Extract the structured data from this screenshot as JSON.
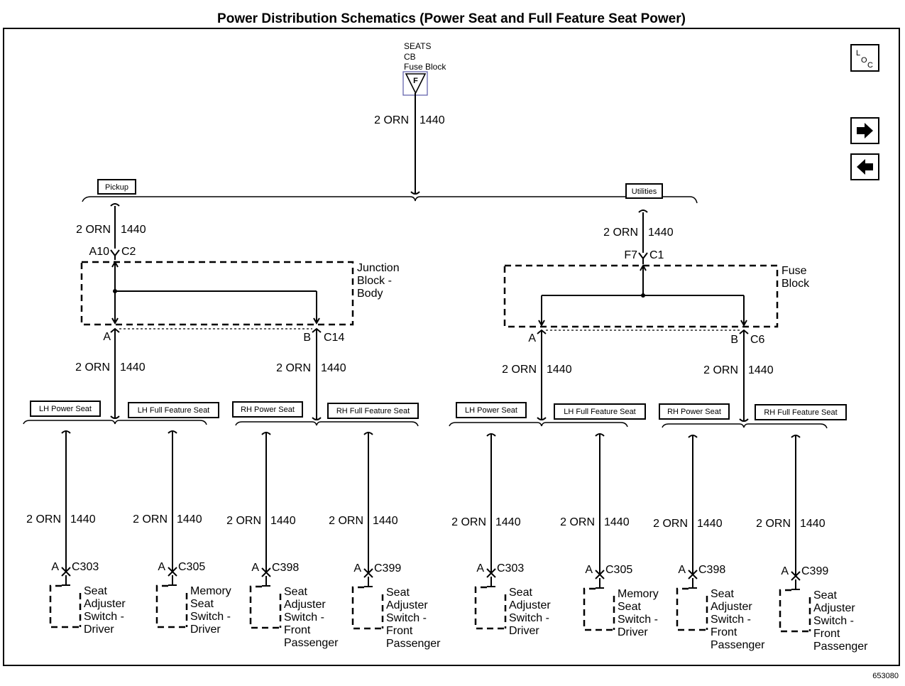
{
  "title": "Power Distribution Schematics (Power Seat and Full Feature Seat Power)",
  "fig_id": "653080",
  "nav": {
    "loc_l": "L",
    "loc_o": "O",
    "loc_c": "C"
  },
  "source": {
    "line1": "SEATS",
    "line2": "CB",
    "line3": "Fuse Block",
    "symbol": "F"
  },
  "wire": {
    "gauge": "2 ORN",
    "circuit": "1440"
  },
  "options": {
    "pickup": "Pickup",
    "utilities": "Utilities",
    "lh_power_seat": "LH Power Seat",
    "lh_full_feature_seat": "LH Full Feature Seat",
    "rh_power_seat": "RH Power Seat",
    "rh_full_feature_seat": "RH Full Feature Seat"
  },
  "left_branch": {
    "in_pin": "A10",
    "in_conn": "C2",
    "block_line1": "Junction",
    "block_line2": "Block -",
    "block_line3": "Body",
    "out_pin_a": "A",
    "out_pin_b": "B",
    "out_conn": "C14"
  },
  "right_branch": {
    "in_pin": "F7",
    "in_conn": "C1",
    "block_line1": "Fuse",
    "block_line2": "Block",
    "out_pin_a": "A",
    "out_pin_b": "B",
    "out_conn": "C6"
  },
  "components": [
    {
      "pin": "A",
      "conn": "C303",
      "lines": [
        "Seat",
        "Adjuster",
        "Switch -",
        "Driver"
      ]
    },
    {
      "pin": "A",
      "conn": "C305",
      "lines": [
        "Memory",
        "Seat",
        "Switch -",
        "Driver"
      ]
    },
    {
      "pin": "A",
      "conn": "C398",
      "lines": [
        "Seat",
        "Adjuster",
        "Switch -",
        "Front",
        "Passenger"
      ]
    },
    {
      "pin": "A",
      "conn": "C399",
      "lines": [
        "Seat",
        "Adjuster",
        "Switch -",
        "Front",
        "Passenger"
      ]
    },
    {
      "pin": "A",
      "conn": "C303",
      "lines": [
        "Seat",
        "Adjuster",
        "Switch -",
        "Driver"
      ]
    },
    {
      "pin": "A",
      "conn": "C305",
      "lines": [
        "Memory",
        "Seat",
        "Switch -",
        "Driver"
      ]
    },
    {
      "pin": "A",
      "conn": "C398",
      "lines": [
        "Seat",
        "Adjuster",
        "Switch -",
        "Front",
        "Passenger"
      ]
    },
    {
      "pin": "A",
      "conn": "C399",
      "lines": [
        "Seat",
        "Adjuster",
        "Switch -",
        "Front",
        "Passenger"
      ]
    }
  ]
}
